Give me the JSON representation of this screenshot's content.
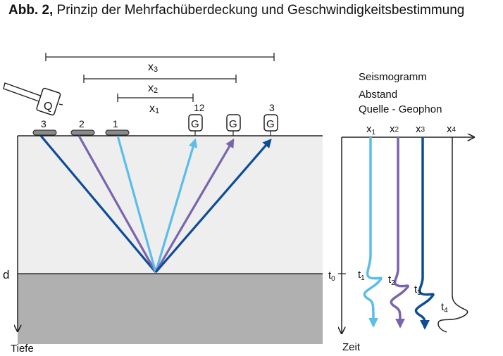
{
  "title": {
    "prefix": "Abb. 2,",
    "text": "Prinzip der Mehrfachüberdeckung und Geschwindigkeitsbestimmung"
  },
  "source_label": "Q",
  "geophone_label": "G",
  "source_positions": [
    "3",
    "2",
    "1"
  ],
  "geophone_positions": [
    "12",
    "3"
  ],
  "offsets": [
    {
      "main": "x",
      "sub": "3"
    },
    {
      "main": "x",
      "sub": "2"
    },
    {
      "main": "x",
      "sub": "1"
    }
  ],
  "depth_label": "d",
  "depth_axis_label": "Tiefe",
  "seismogram": {
    "title_lines": [
      "Seismogramm",
      "Abstand",
      "Quelle - Geophon"
    ],
    "traces": [
      {
        "main": "x",
        "sub": "1"
      },
      {
        "main": "x",
        "sub": "2"
      },
      {
        "main": "x",
        "sub": "3"
      },
      {
        "main": "x",
        "sub": "4"
      }
    ],
    "times": [
      {
        "main": "t",
        "sub": "1"
      },
      {
        "main": "t",
        "sub": "2"
      },
      {
        "main": "t",
        "sub": "3"
      },
      {
        "main": "t",
        "sub": "4"
      }
    ],
    "t0": {
      "main": "t",
      "sub": "0"
    },
    "time_axis_label": "Zeit"
  },
  "colors": {
    "ray_near": "#5bbde9",
    "ray_mid": "#7a64ad",
    "ray_far": "#0d4d96",
    "layer_top": "#eeeeee",
    "layer_bottom": "#b0b0b0",
    "plate": "#8a8a8a"
  }
}
